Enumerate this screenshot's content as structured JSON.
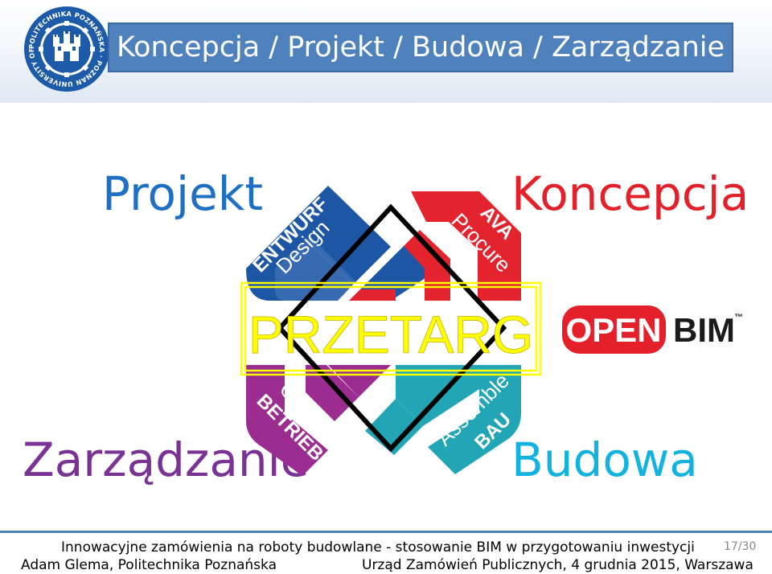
{
  "header": {
    "title": "Koncepcja / Projekt / Budowa / Zarządzanie",
    "logo_ring_text": "POLITECHNIKA POZNAŃSKA · POZNAN UNIVERSITY OF TECHNOLOGY",
    "colors": {
      "title_box": "#4f81bd",
      "title_text": "#ffffff"
    }
  },
  "labels": {
    "projekt": "Projekt",
    "koncepcja": "Koncepcja",
    "zarzadzanie": "Zarządzanie",
    "budowa": "Budowa",
    "colors": {
      "projekt": "#1f6fc5",
      "koncepcja": "#e4202b",
      "zarzadzanie": "#7a3295",
      "budowa": "#13b2df"
    }
  },
  "cycle": {
    "design_de": "ENTWURF",
    "design_en": "Design",
    "procure_de": "AVA",
    "procure_en": "Procure",
    "operate_de": "BETRIEB",
    "operate_en": "Operate",
    "assemble_de": "BAU",
    "assemble_en": "Assemble",
    "overlay": "PRZETARG",
    "colors": {
      "design": "#1c56a5",
      "procure": "#e3232d",
      "operate": "#9a2d8f",
      "assemble": "#22a6b6",
      "overlay": "#ffff00",
      "diamond": "#000000"
    }
  },
  "openbim": {
    "open": "OPEN",
    "bim": "BIM",
    "tm": "™",
    "colors": {
      "open_bg": "#e4202b",
      "bim": "#1a1a1a"
    }
  },
  "footer": {
    "line1": "Innowacyjne zamówienia na roboty budowlane - stosowanie BIM  w przygotowaniu inwestycji",
    "line2_left": "Adam Glema, Politechnika Poznańska",
    "line2_right": "Urząd Zamówień Publicznych, 4 grudnia 2015, Warszawa",
    "page": "17/30"
  }
}
